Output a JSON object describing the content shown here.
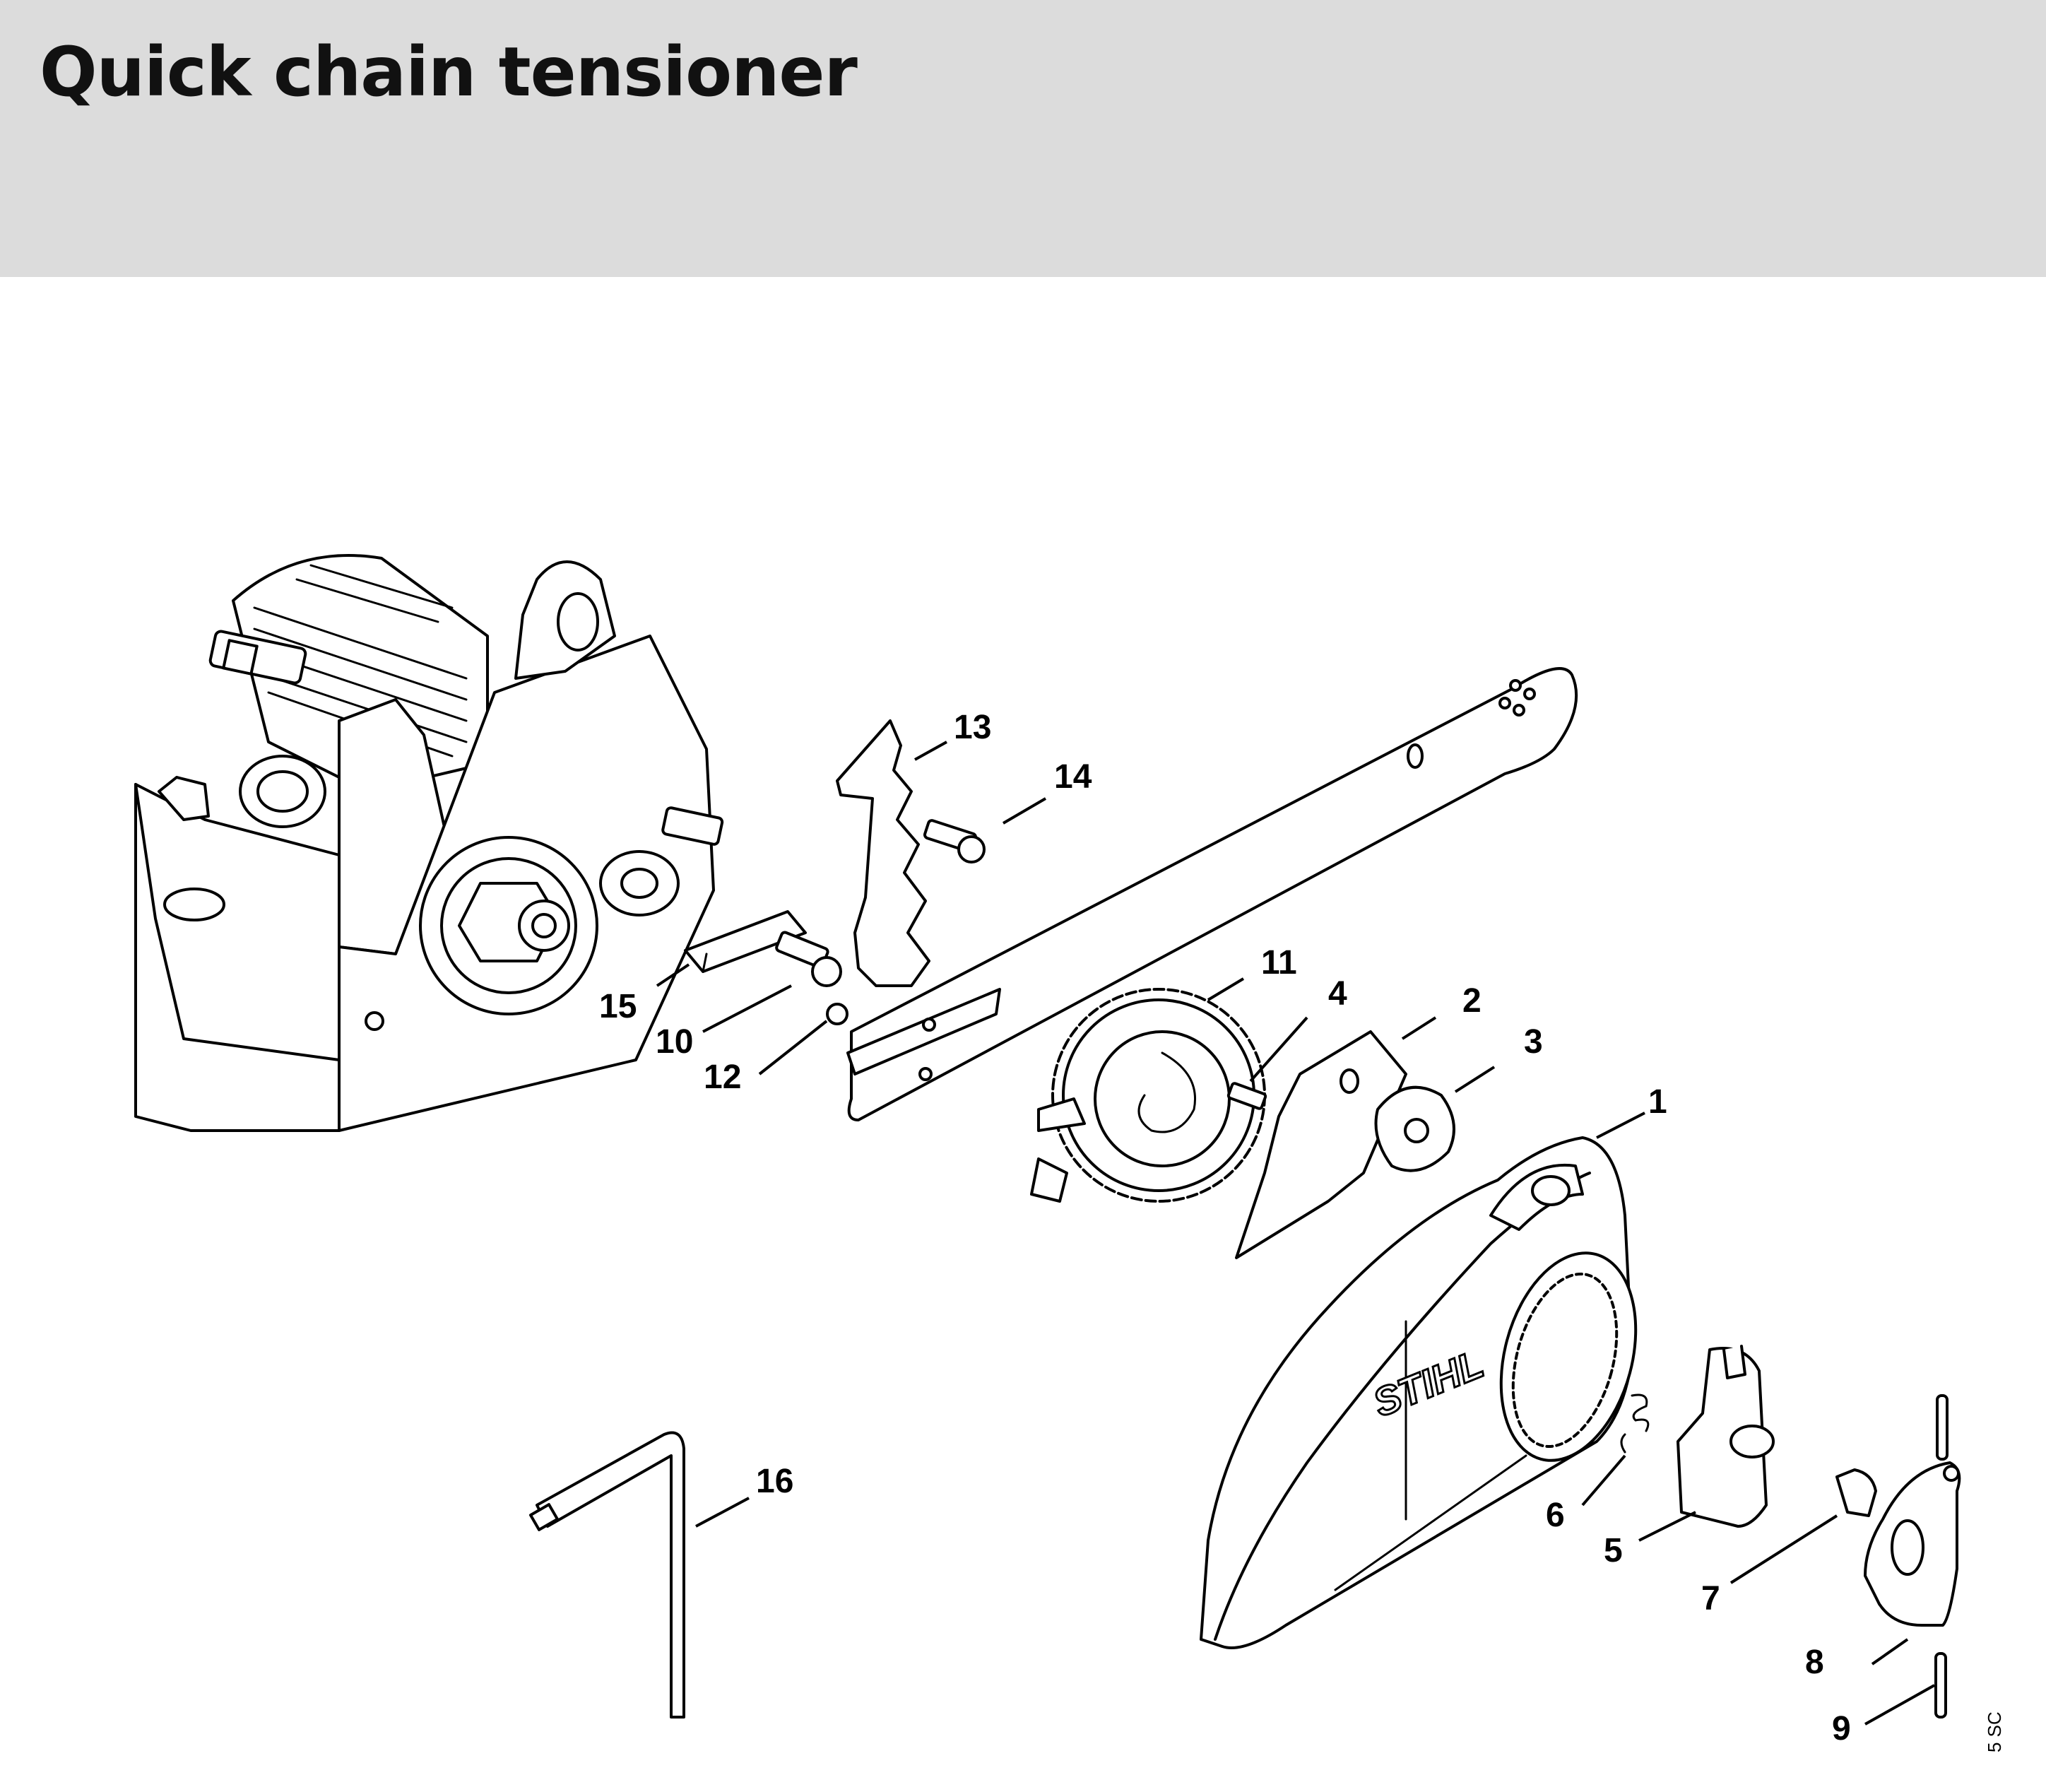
{
  "header": {
    "title": "Quick chain tensioner"
  },
  "diagram": {
    "brand_label": "STIHL",
    "drawing_code": "5 SC",
    "callouts": [
      {
        "number": "1"
      },
      {
        "number": "2"
      },
      {
        "number": "3"
      },
      {
        "number": "4"
      },
      {
        "number": "5"
      },
      {
        "number": "6"
      },
      {
        "number": "7"
      },
      {
        "number": "8"
      },
      {
        "number": "9"
      },
      {
        "number": "10"
      },
      {
        "number": "11"
      },
      {
        "number": "12"
      },
      {
        "number": "13"
      },
      {
        "number": "14"
      },
      {
        "number": "15"
      },
      {
        "number": "16"
      }
    ]
  }
}
